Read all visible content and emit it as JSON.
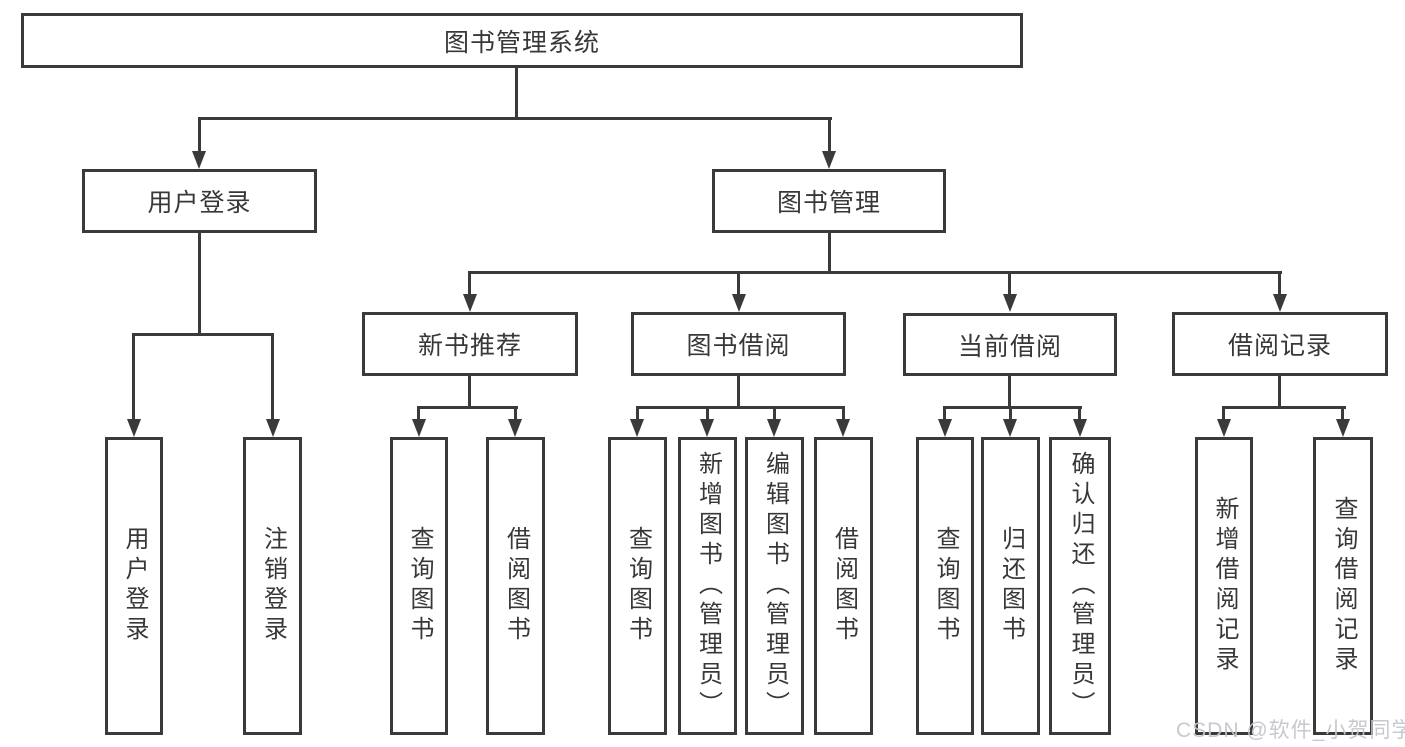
{
  "colors": {
    "background": "#ffffff",
    "line": "#3a3a3c",
    "box_border": "#3a3a3c",
    "text": "#383838",
    "watermark": "#c4c6ca"
  },
  "tree": {
    "root": {
      "label": "图书管理系统",
      "children": [
        {
          "label": "用户登录",
          "children": [
            {
              "label": "用户登录"
            },
            {
              "label": "注销登录"
            }
          ]
        },
        {
          "label": "图书管理",
          "children": [
            {
              "label": "新书推荐",
              "children": [
                {
                  "label": "查询图书"
                },
                {
                  "label": "借阅图书"
                }
              ]
            },
            {
              "label": "图书借阅",
              "children": [
                {
                  "label": "查询图书"
                },
                {
                  "label": "新增图书（管理员）"
                },
                {
                  "label": "编辑图书（管理员）"
                },
                {
                  "label": "借阅图书"
                }
              ]
            },
            {
              "label": "当前借阅",
              "children": [
                {
                  "label": "查询图书"
                },
                {
                  "label": "归还图书"
                },
                {
                  "label": "确认归还（管理员）"
                }
              ]
            },
            {
              "label": "借阅记录",
              "children": [
                {
                  "label": "新增借阅记录"
                },
                {
                  "label": "查询借阅记录"
                }
              ]
            }
          ]
        }
      ]
    }
  },
  "watermark": {
    "text": "CSDN @软件_小贺同学"
  }
}
